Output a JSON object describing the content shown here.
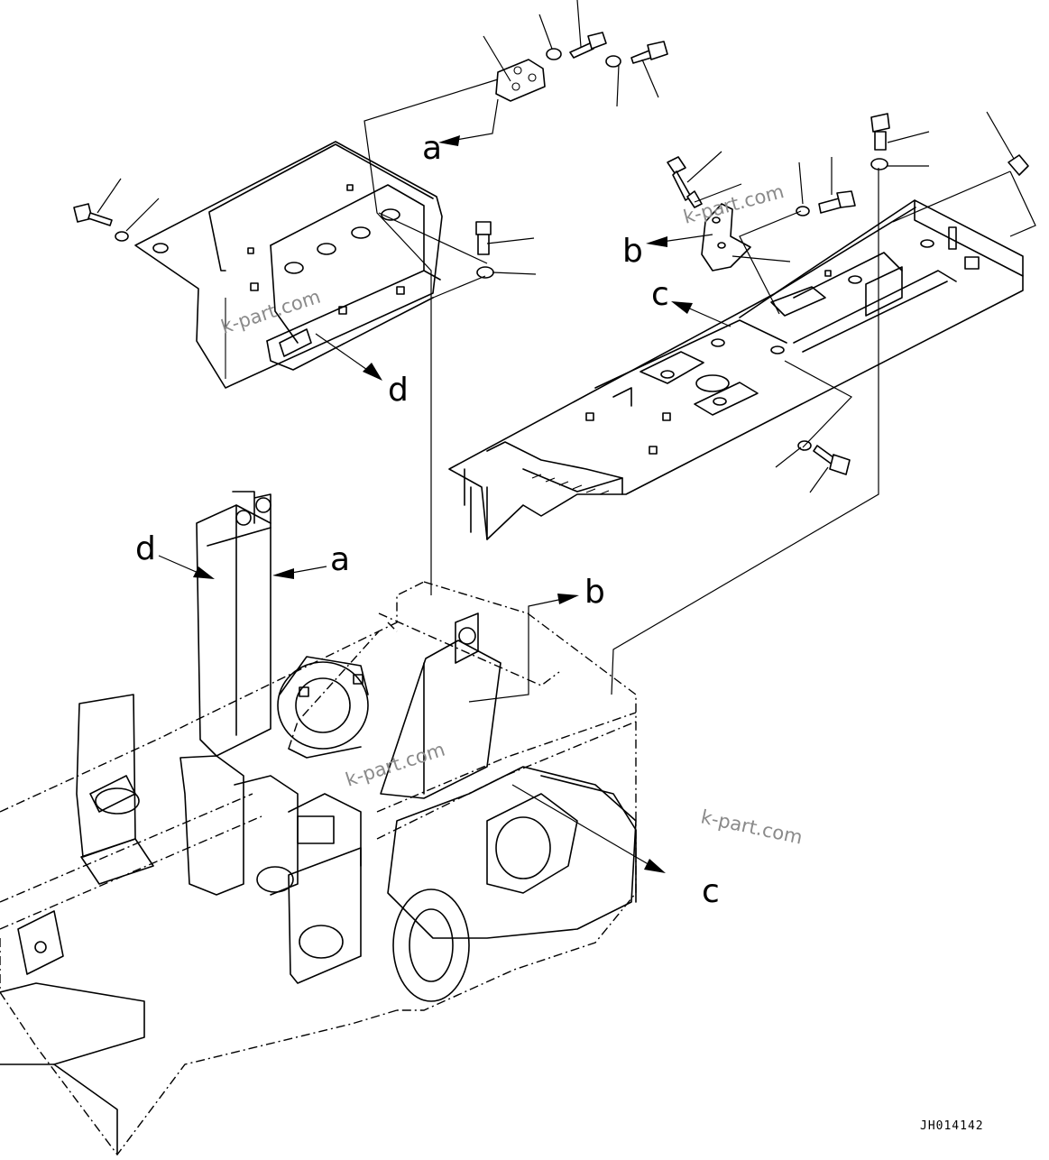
{
  "diagram": {
    "reference_letters": {
      "a_top": "a",
      "b_top": "b",
      "c_top": "c",
      "d_top": "d",
      "d_main": "d",
      "a_main": "a",
      "b_main": "b",
      "c_main": "c"
    },
    "watermarks": [
      "k-part.com",
      "k-part.com",
      "k-part.com",
      "k-part.com"
    ],
    "drawing_code": "JH014142"
  }
}
